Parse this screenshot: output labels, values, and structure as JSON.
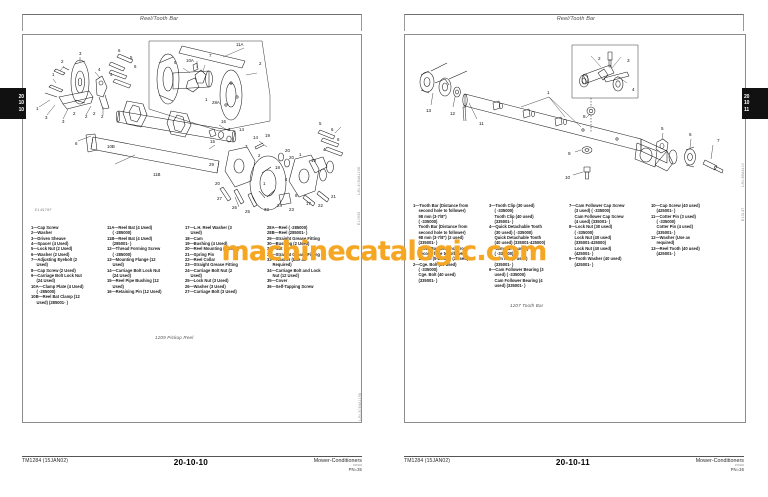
{
  "document": {
    "manual_number": "TM1284",
    "manual_date": "(15JAN02)",
    "product_line": "Mower-Conditioners",
    "header_title": "Reel/Tooth Bar"
  },
  "left_page": {
    "header_title": "Reel/Tooth Bar",
    "tab": {
      "line1": "20",
      "line2": "10",
      "line3": "10"
    },
    "figure": {
      "code": "E14970F",
      "side_code": "LJN-3084A1198",
      "side_code2": "E10935",
      "caption": "1209 Pickup Reel"
    },
    "parts": {
      "col1": [
        "1—Cap Screw",
        "2—Washer",
        "3—Driven Sheave",
        "4—Spacer (4 Used)",
        "5—Lock Nut (2 Used)",
        "6—Washer (2 Used)",
        "7—Adjusting Eyebolt (2",
        "Used)",
        "8—Cap Screw (2 Used)",
        "9—Carriage Bolt Lock Nut",
        "(24 Used)",
        "10A—Clamp Plate (4 Used)",
        "(      -285000)",
        "10B—Reel Bat Clamp (12",
        "Used) (285001-      )"
      ],
      "col1_indent": [
        false,
        false,
        false,
        false,
        false,
        false,
        false,
        true,
        false,
        false,
        true,
        false,
        true,
        false,
        true
      ],
      "col2": [
        "11A—Reel Bat (4 Used)",
        "(      -285000)",
        "11B—Reel Bat (4 Used)",
        "(285001-      )",
        "12—Thread Forming Screw",
        "(      -285000)",
        "13—Mounting Flange (12",
        "Used)",
        "14—Carriage Bolt Lock Nut",
        "(24 Used)",
        "15—Reel Pipe Bushing (12",
        "Used)",
        "16—Retaining Pin (12 Used)"
      ],
      "col2_indent": [
        false,
        true,
        false,
        true,
        false,
        true,
        false,
        true,
        false,
        true,
        false,
        true,
        false
      ],
      "col3": [
        "17—L.H. Reel Washer (3",
        "Used)",
        "18—Cam",
        "19—Bushing (4 Used)",
        "20—Reel Mounting (2 Used)",
        "21—Spring Pin",
        "22—Reel Collar",
        "23—Straight Grease Fitting",
        "24—Carriage Bolt Nut (2",
        "Used)",
        "25—Lock Nut (3 Used)",
        "26—Washer (3 Used)",
        "27—Carriage Bolt (3 Used)"
      ],
      "col3_indent": [
        false,
        true,
        false,
        false,
        false,
        false,
        false,
        false,
        false,
        true,
        false,
        false,
        false
      ],
      "col4": [
        "28A—Reel (      -285000)",
        "28B—Reel (285001-      )",
        "29—Straight Grease Fitting",
        "30—Bushing (2 Used)",
        "31—Nut",
        "32—Straight Grease Fitting",
        "33—Washer (Use as",
        "Required)",
        "34—Carriage Bolt and Lock",
        "Nut (12 Used)",
        "35—Cover",
        "36—Self-Tapping Screw"
      ],
      "col4_indent": [
        false,
        false,
        false,
        false,
        false,
        false,
        false,
        true,
        false,
        true,
        false,
        false
      ]
    },
    "footer": {
      "manual": "TM1284  (15JAN02)",
      "page_number": "20-10-10",
      "product": "Mower-Conditioners",
      "date_code": "150102",
      "pn": "PN=35"
    }
  },
  "right_page": {
    "header_title": "Reel/Tooth Bar",
    "tab": {
      "line1": "20",
      "line2": "10",
      "line3": "11"
    },
    "figure": {
      "code": "E13147",
      "side_code": "LJN-3BA4L00",
      "caption": "1207 Tooth Bar"
    },
    "parts": {
      "col1": [
        "1—Tooth Bar (Distance from",
        "second hole to follower)",
        "98 mm (3-7/8\")",
        "(      -335000)",
        "Tooth Bar (Distance from",
        "second hole to follower)",
        "98 mm (3-7/8\") (2 used)",
        "(335001-      )",
        "Tooth Bar (Distance from",
        "second hole to follower)",
        "18 mm (5-23/32\") (2 used)",
        "2—Cge. Bolt (30 used)",
        "(      -335000)",
        "Cge. Bolt (40 used)",
        "(335001-      )"
      ],
      "col1_indent": [
        false,
        true,
        true,
        true,
        true,
        true,
        true,
        true,
        true,
        true,
        true,
        false,
        true,
        true,
        true
      ],
      "col2": [
        "3—Tooth Clip (30 used)",
        "(      -335000)",
        "Tooth Clip (40 used)",
        "(335001-      )",
        "4—Quick Detachable Tooth",
        "(30 used) (      -335000)",
        "Quick Detachable Tooth",
        "(40 used) (335001-425000)",
        "5—Jam Nut (3 used)",
        "(      -335000)",
        "Jam Nut (4 used)",
        "(335001-      )",
        "6—Cam Follower Bearing (3",
        "used) (      -335000)",
        "Cam Follower Bearing (4",
        "used) (335001-      )"
      ],
      "col2_indent": [
        false,
        true,
        true,
        true,
        false,
        true,
        true,
        true,
        false,
        true,
        true,
        true,
        false,
        true,
        true,
        true
      ],
      "col3": [
        "7—Cam Follower Cap Screw",
        "(3 used) (      -335000)",
        "Cam Follower Cap Screw",
        "(4 used) (335001-      )",
        "8—Lock Nut (30 used)",
        "(      -335000)",
        "Lock Nut (40 used)",
        "(335001-425000)",
        "Lock Nut (40 used)",
        "(425001-      )",
        "9—Tooth Washer (40 used)",
        "(425001-      )"
      ],
      "col3_indent": [
        false,
        true,
        true,
        true,
        false,
        true,
        true,
        true,
        true,
        true,
        false,
        true
      ],
      "col4": [
        "10—Cap Screw (40 used)",
        "(425001-      )",
        "11—Cotter Pin (3 used)",
        "(      -335000)",
        "Cotter Pin (4 used)",
        "(335001-      )",
        "12—Washer (Use as",
        "required)",
        "13—Reel Tooth (40 used)",
        "(425001-      )"
      ],
      "col4_indent": [
        false,
        true,
        false,
        true,
        true,
        true,
        false,
        true,
        false,
        true
      ]
    },
    "footer": {
      "manual": "TM1284  (15JAN02)",
      "page_number": "20-10-11",
      "product": "Mower-Conditioners",
      "date_code": "150102",
      "pn": "PN=36"
    }
  },
  "watermark": {
    "text": "machinecatalogic.com",
    "color": "#F5A623"
  }
}
